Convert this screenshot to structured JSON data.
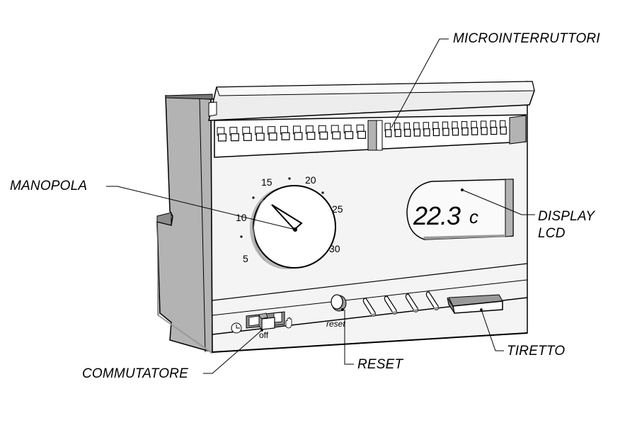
{
  "diagram": {
    "subject": "Thermostat / programmable timer",
    "callouts": {
      "microinterruttori": "MICROINTERRUTTORI",
      "manopola": "MANOPOLA",
      "display_line1": "DISPLAY",
      "display_line2": "LCD",
      "commutatore": "COMMUTATORE",
      "reset": "RESET",
      "tiretto": "TIRETTO"
    },
    "dial": {
      "scale_labels": [
        "5",
        "10",
        "15",
        "20",
        "25",
        "30"
      ]
    },
    "lcd": {
      "reading": "22.3",
      "unit": "c"
    },
    "switch": {
      "position_label": "off",
      "left_icon": "clock-icon",
      "right_icon": "hand-icon"
    },
    "reset_button_label": "reset",
    "microswitch_count_left": 12,
    "microswitch_count_right": 13,
    "colors": {
      "outline": "#000000",
      "side_face": "#b3b3b3",
      "front_face": "#f2f2f2",
      "shadow": "#8c8c8c",
      "lid": "#ededed"
    }
  }
}
